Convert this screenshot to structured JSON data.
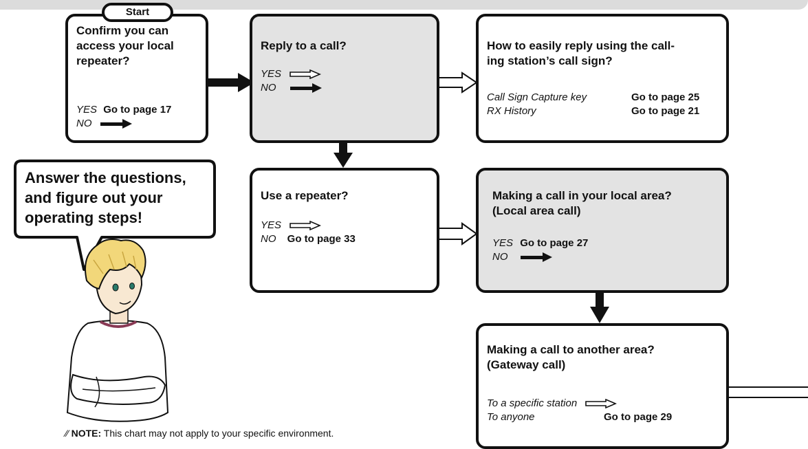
{
  "start_label": "Start",
  "boxes": {
    "confirm": {
      "question": [
        "Confirm you can",
        "access your local",
        "repeater?"
      ],
      "yes": "YES",
      "yes_target": "Go to page 17",
      "no": "NO"
    },
    "reply": {
      "question": "Reply to a call?",
      "yes": "YES",
      "no": "NO"
    },
    "how": {
      "question": [
        "How to easily reply using the call-",
        "ing station’s call sign?"
      ],
      "opt1": "Call Sign Capture key",
      "opt1_target": "Go to page 25",
      "opt2": "RX History",
      "opt2_target": "Go to page 21"
    },
    "repeater": {
      "question": "Use a repeater?",
      "yes": "YES",
      "no": "NO",
      "no_target": "Go to page 33"
    },
    "local": {
      "question": [
        "Making a call in your local area?",
        "(Local area call)"
      ],
      "yes": "YES",
      "yes_target": "Go to page 27",
      "no": "NO"
    },
    "gateway": {
      "question": [
        "Making a call to another area?",
        "(Gateway call)"
      ],
      "opt1": "To a specific station",
      "opt2": "To anyone",
      "opt2_target": "Go to page 29"
    }
  },
  "bubble": [
    "Answer the questions,",
    "and figure out your",
    "operating steps!"
  ],
  "note": {
    "label": "NOTE:",
    "text": " This chart may not apply to your specific environment."
  },
  "colors": {
    "border": "#111111",
    "gray_fill": "#e3e3e3",
    "hair": "#f2d77a",
    "hair_shade": "#c9a640"
  }
}
